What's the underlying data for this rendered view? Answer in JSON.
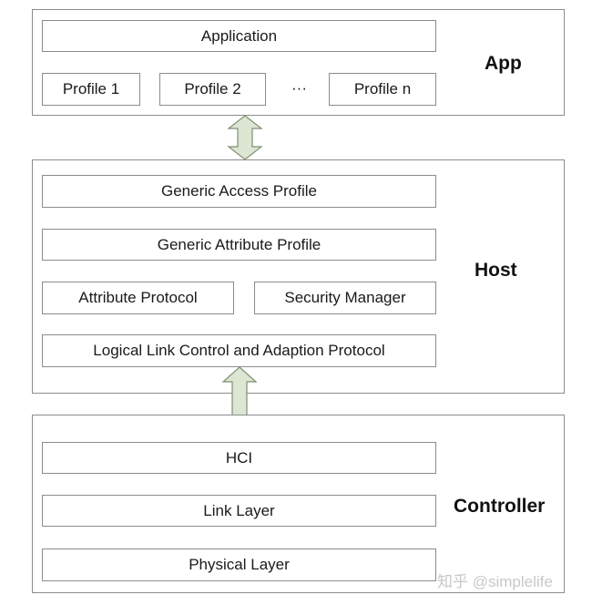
{
  "app": {
    "label": "App",
    "application": "Application",
    "profiles": [
      "Profile 1",
      "Profile 2",
      "Profile n"
    ],
    "ellipsis": "···"
  },
  "host": {
    "label": "Host",
    "gap": "Generic Access Profile",
    "gatt": "Generic Attribute Profile",
    "att": "Attribute Protocol",
    "sm": "Security Manager",
    "l2cap": "Logical Link Control and Adaption Protocol"
  },
  "controller": {
    "label": "Controller",
    "hci": "HCI",
    "link_layer": "Link Layer",
    "physical_layer": "Physical Layer"
  },
  "colors": {
    "arrow_fill": "#dde5d3",
    "arrow_stroke": "#7f8f72",
    "border": "#8c8c8c"
  },
  "watermark": "知乎 @simplelife"
}
